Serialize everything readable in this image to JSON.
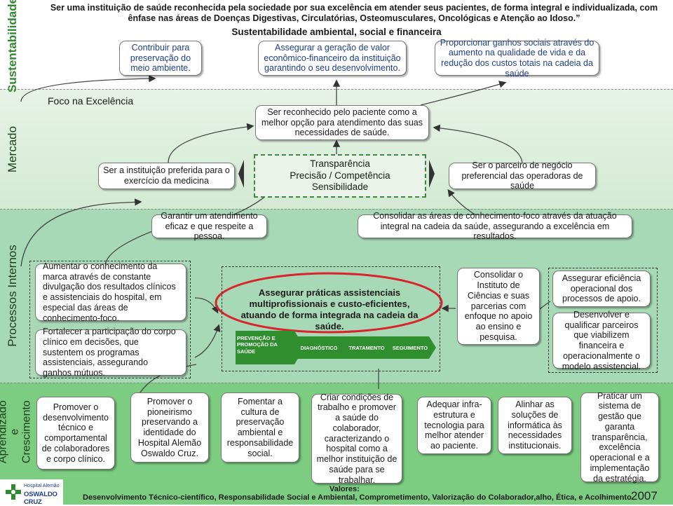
{
  "mission": "Ser uma instituição de saúde reconhecida pela sociedade por sua excelência em atender seus pacientes, de forma integral e individualizada, com ênfase nas áreas de Doenças Digestivas, Circulatórias, Osteomusculares, Oncológicas e Atenção ao Idoso.”",
  "perspectives": {
    "sustentabilidade": "Sustentabilidade",
    "mercado": "Mercado",
    "processos": "Processos Internos",
    "aprendizado": "Aprendizado e Crescimento"
  },
  "sustentabilidade": {
    "title": "Sustentabilidade ambiental, social e financeira",
    "boxes": [
      "Contribuir para preservação do meio ambiente.",
      "Assegurar a geração de valor econômico-financeiro da instituição garantindo o seu desenvolvimento.",
      "Proporcionar ganhos sociais através do aumento na qualidade de vida e da redução dos custos totais na cadeia da saúde"
    ]
  },
  "mercado": {
    "foco": "Foco na Excelência",
    "top": "Ser reconhecido pelo paciente como a melhor opção para atendimento das suas necessidades de saúde.",
    "left": "Ser a instituição preferida para o exercício da medicina",
    "right": "Ser o parceiro de negócio preferencial das operadoras de saúde",
    "center": [
      "Transparência",
      "Precisão / Competência",
      "Sensibilidade"
    ]
  },
  "processos": {
    "top_left": "Garantir um atendimento eficaz e que respeite a pessoa.",
    "top_right": "Consolidar as áreas de conhecimento-foco através da atuação integral na cadeia da saúde, assegurando a excelência em resultados.",
    "left_1": "Aumentar o conhecimento da marca através de constante divulgação dos resultados clínicos e assistenciais do hospital, em especial das áreas de conhecimento-foco.",
    "left_2": "Fortalecer a participação do corpo clínico em decisões, que sustentem os programas assistenciais, assegurando ganhos mútuos.",
    "center": "Assegurar práticas assistenciais multiprofissionais e custo-eficientes, atuando de forma integrada na cadeia da saúde.",
    "chain": [
      "PREVENÇÃO E PROMOÇÃO DA SAÚDE",
      "DIAGNÓSTICO",
      "TRATAMENTO",
      "SEGUIMENTO"
    ],
    "instituto": "Consolidar o Instituto de Ciências e suas parcerias com enfoque no apoio ao ensino e pesquisa.",
    "right_1": "Assegurar eficiência operacional dos processos de apoio.",
    "right_2": "Desenvolver e qualificar parceiros que viabilizem financeira e operacionalmente o modelo assistencial."
  },
  "aprendizado": {
    "boxes": [
      "Promover o desenvolvimento técnico e comportamental de colaboradores e corpo clínico.",
      "Promover o pioneirismo preservando a identidade do Hospital Alemão Oswaldo Cruz.",
      "Fomentar a cultura de preservação ambiental e responsabilidade social.",
      "Criar condições de trabalho e promover a saúde do colaborador, caracterizando o hospital como a melhor instituição de saúde para se trabalhar.",
      "Adequar infra-estrutura e tecnologia para melhor atender ao paciente.",
      "Alinhar as soluções de informática às necessidades institucionais.",
      "Praticar um sistema de gestão que garanta transparência, excelência operacional e a implementação da estratégia."
    ]
  },
  "footer": {
    "logo_line1": "Hospital Alemão",
    "logo_line2": "OSWALDO CRUZ",
    "valores_label": "Valores:",
    "valores_text": "Desenvolvimento Técnico-científico, Responsabilidade Social e Ambiental, Comprometimento, Valorização do Colaborador,alho, Ética, e Acolhimento",
    "year": "2007"
  },
  "colors": {
    "accent_red": "#d8242a",
    "blue_text": "#1f3e8c",
    "green_chain": "#2f8f2f"
  }
}
